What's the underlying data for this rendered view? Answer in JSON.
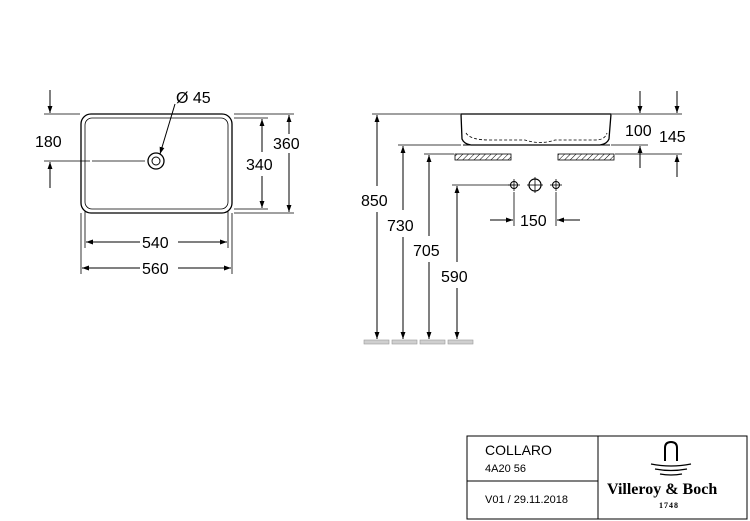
{
  "plan_view": {
    "hole_diameter": "Ø 45",
    "dim_top_to_hole": "180",
    "inner_height": "340",
    "outer_height": "360",
    "inner_width": "540",
    "outer_width": "560"
  },
  "side_view": {
    "basin_height": "100",
    "total_height": "145",
    "tap_spacing": "150",
    "height_850": "850",
    "height_730": "730",
    "height_705": "705",
    "height_590": "590"
  },
  "title_block": {
    "product_name": "COLLARO",
    "article_number": "4A20 56",
    "version_date": "V01 / 29.11.2018",
    "brand_name": "Villeroy & Boch",
    "brand_year": "1748"
  }
}
